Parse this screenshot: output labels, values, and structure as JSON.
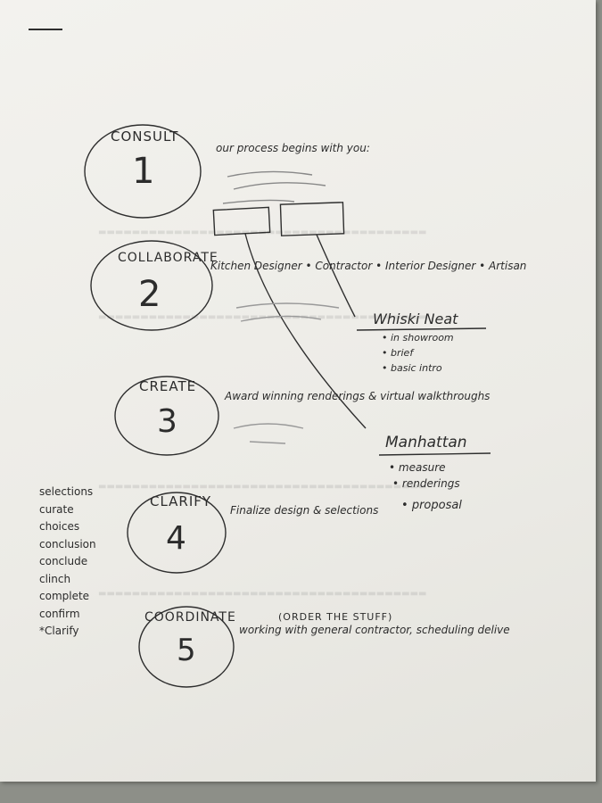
{
  "steps": [
    {
      "title": "CONSULT",
      "number": "1",
      "note": "our process begins with you:"
    },
    {
      "title": "COLLABORATE",
      "number": "2",
      "note": "Kitchen Designer • Contractor • Interior Designer • Artisan"
    },
    {
      "title": "CREATE",
      "number": "3",
      "note": "Award winning renderings & virtual walkthroughs"
    },
    {
      "title": "CLARIFY",
      "number": "4",
      "note": "Finalize design & selections"
    },
    {
      "title": "COORDINATE",
      "number": "5",
      "subtitle": "(ORDER THE STUFF)",
      "note": "working with general contractor, scheduling delive"
    }
  ],
  "locations": [
    {
      "name": "Whiski Neat",
      "items": [
        "in showroom",
        "brief",
        "basic intro"
      ]
    },
    {
      "name": "Manhattan",
      "items": [
        "measure",
        "renderings",
        "proposal"
      ]
    }
  ],
  "word_list": [
    "selections",
    "curate",
    "choices",
    "conclusion",
    "conclude",
    "clinch",
    "complete",
    "confirm",
    "*Clarify"
  ]
}
